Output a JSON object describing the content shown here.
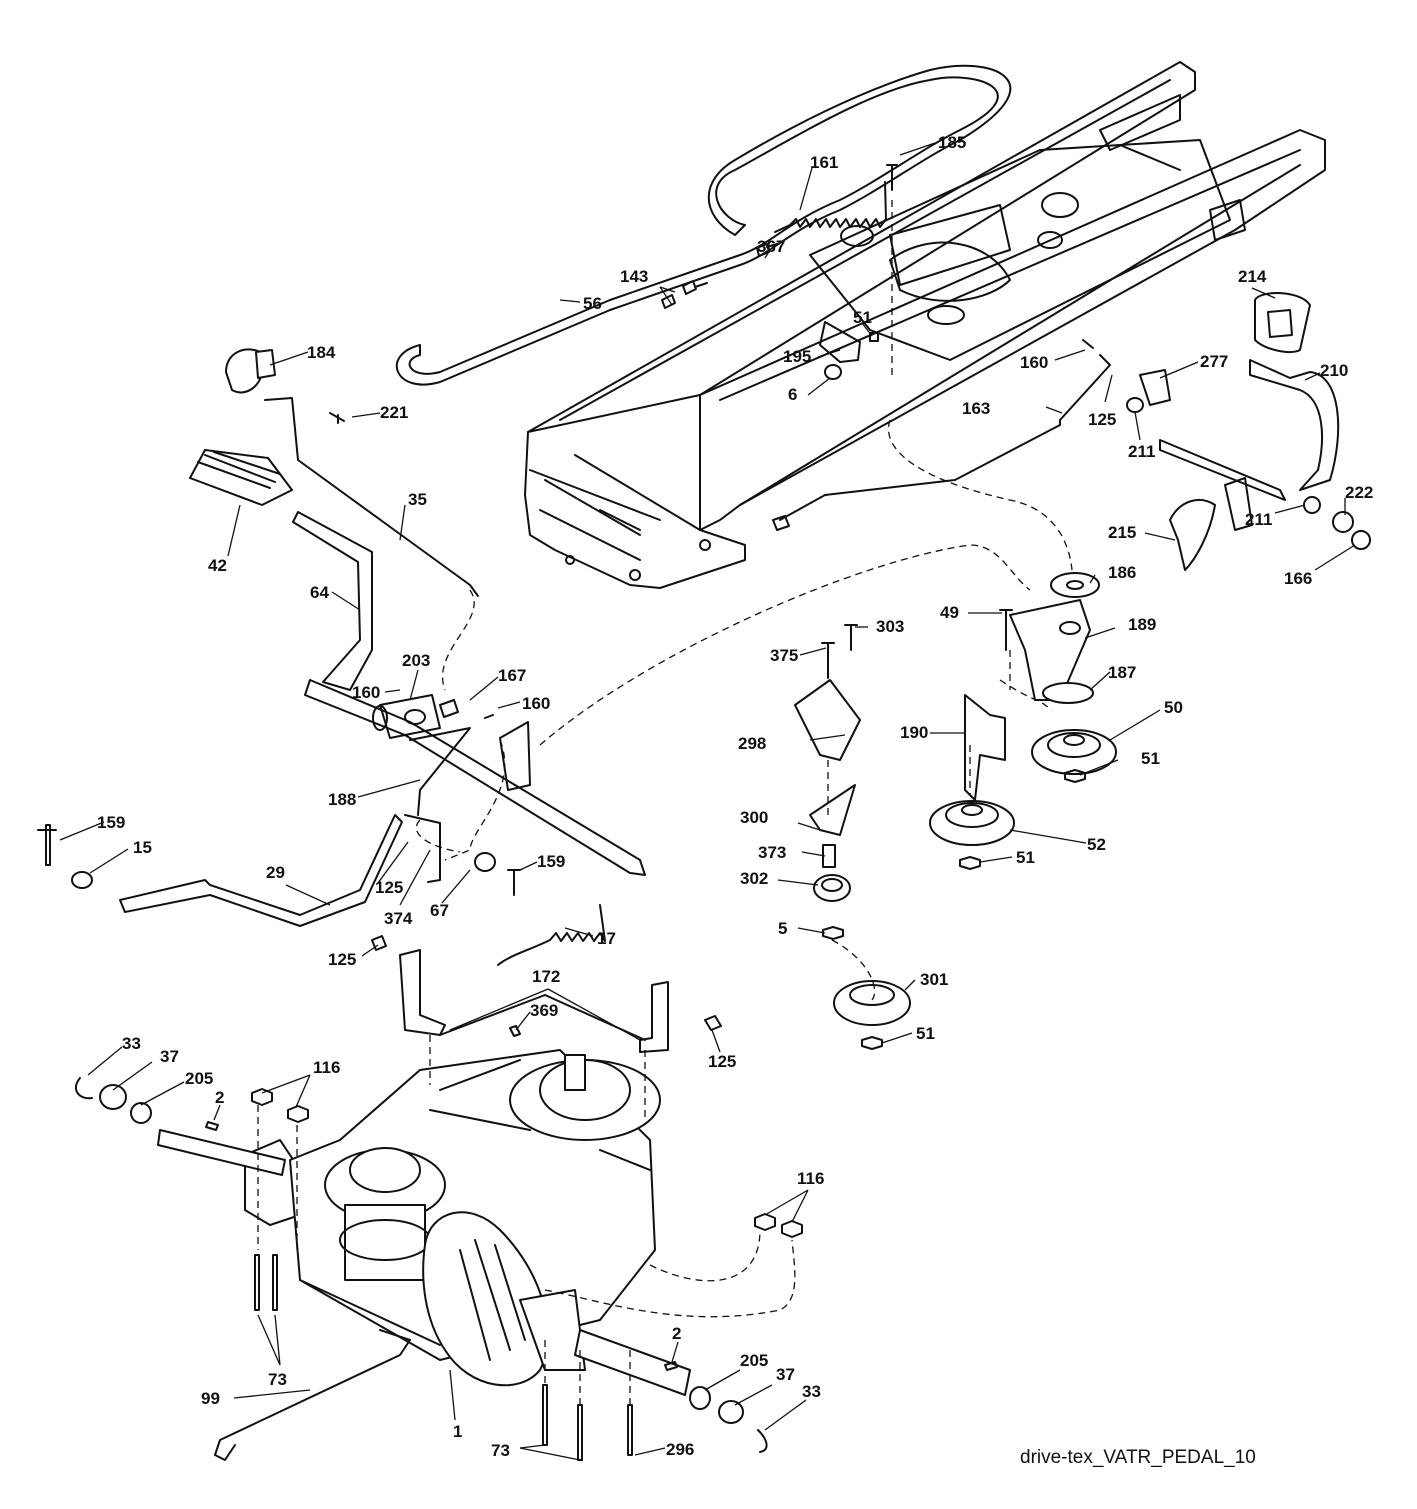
{
  "caption": "drive-tex_VATR_PEDAL_10",
  "labels": [
    "185",
    "161",
    "367",
    "143",
    "56",
    "51",
    "195",
    "6",
    "184",
    "221",
    "35",
    "42",
    "64",
    "203",
    "167",
    "160",
    "188",
    "159",
    "15",
    "29",
    "125",
    "374",
    "67",
    "17",
    "172",
    "369",
    "33",
    "37",
    "205",
    "2",
    "116",
    "73",
    "99",
    "1",
    "296",
    "214",
    "210",
    "277",
    "163",
    "211",
    "215",
    "222",
    "166",
    "186",
    "189",
    "49",
    "303",
    "375",
    "298",
    "187",
    "190",
    "50",
    "300",
    "373",
    "302",
    "5",
    "52",
    "301"
  ]
}
